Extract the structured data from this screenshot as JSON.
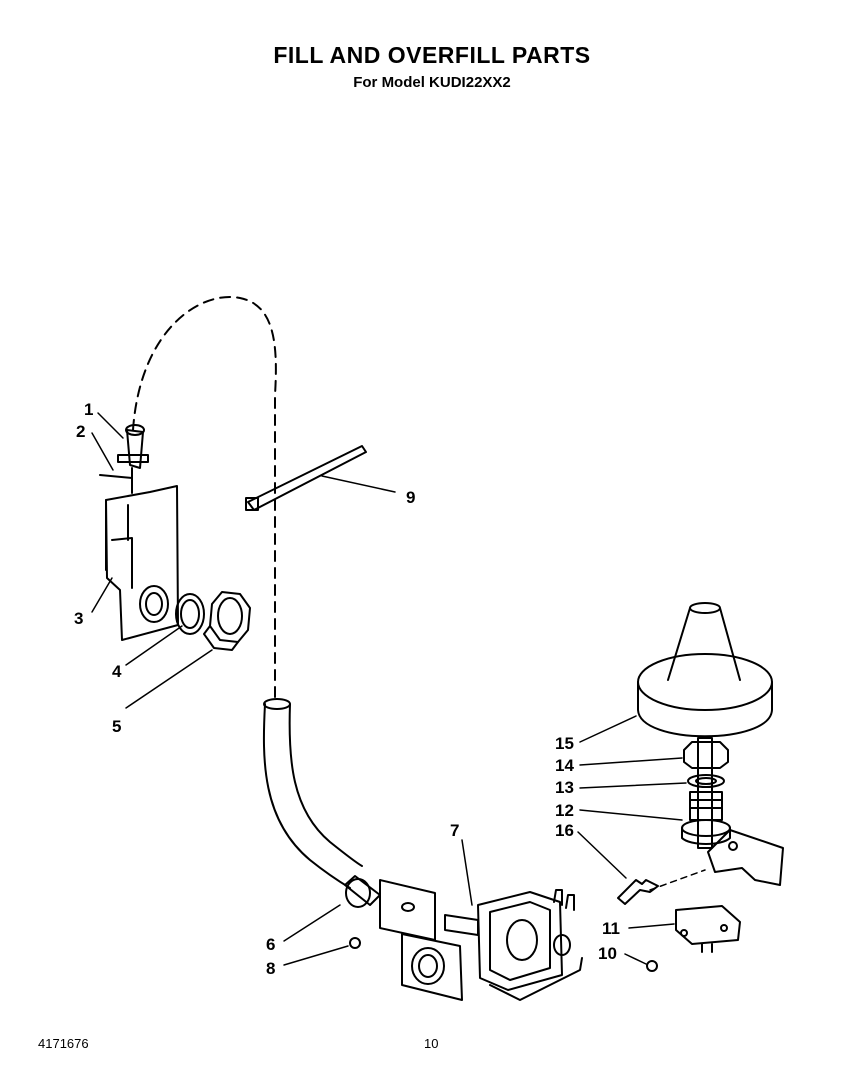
{
  "header": {
    "title": "FILL AND OVERFILL PARTS",
    "subtitle": "For Model KUDI22XX2"
  },
  "footer": {
    "doc_number": "4171676",
    "page_number": "10"
  },
  "callouts": [
    "1",
    "2",
    "3",
    "4",
    "5",
    "6",
    "7",
    "8",
    "9",
    "10",
    "11",
    "12",
    "13",
    "14",
    "15",
    "16"
  ]
}
